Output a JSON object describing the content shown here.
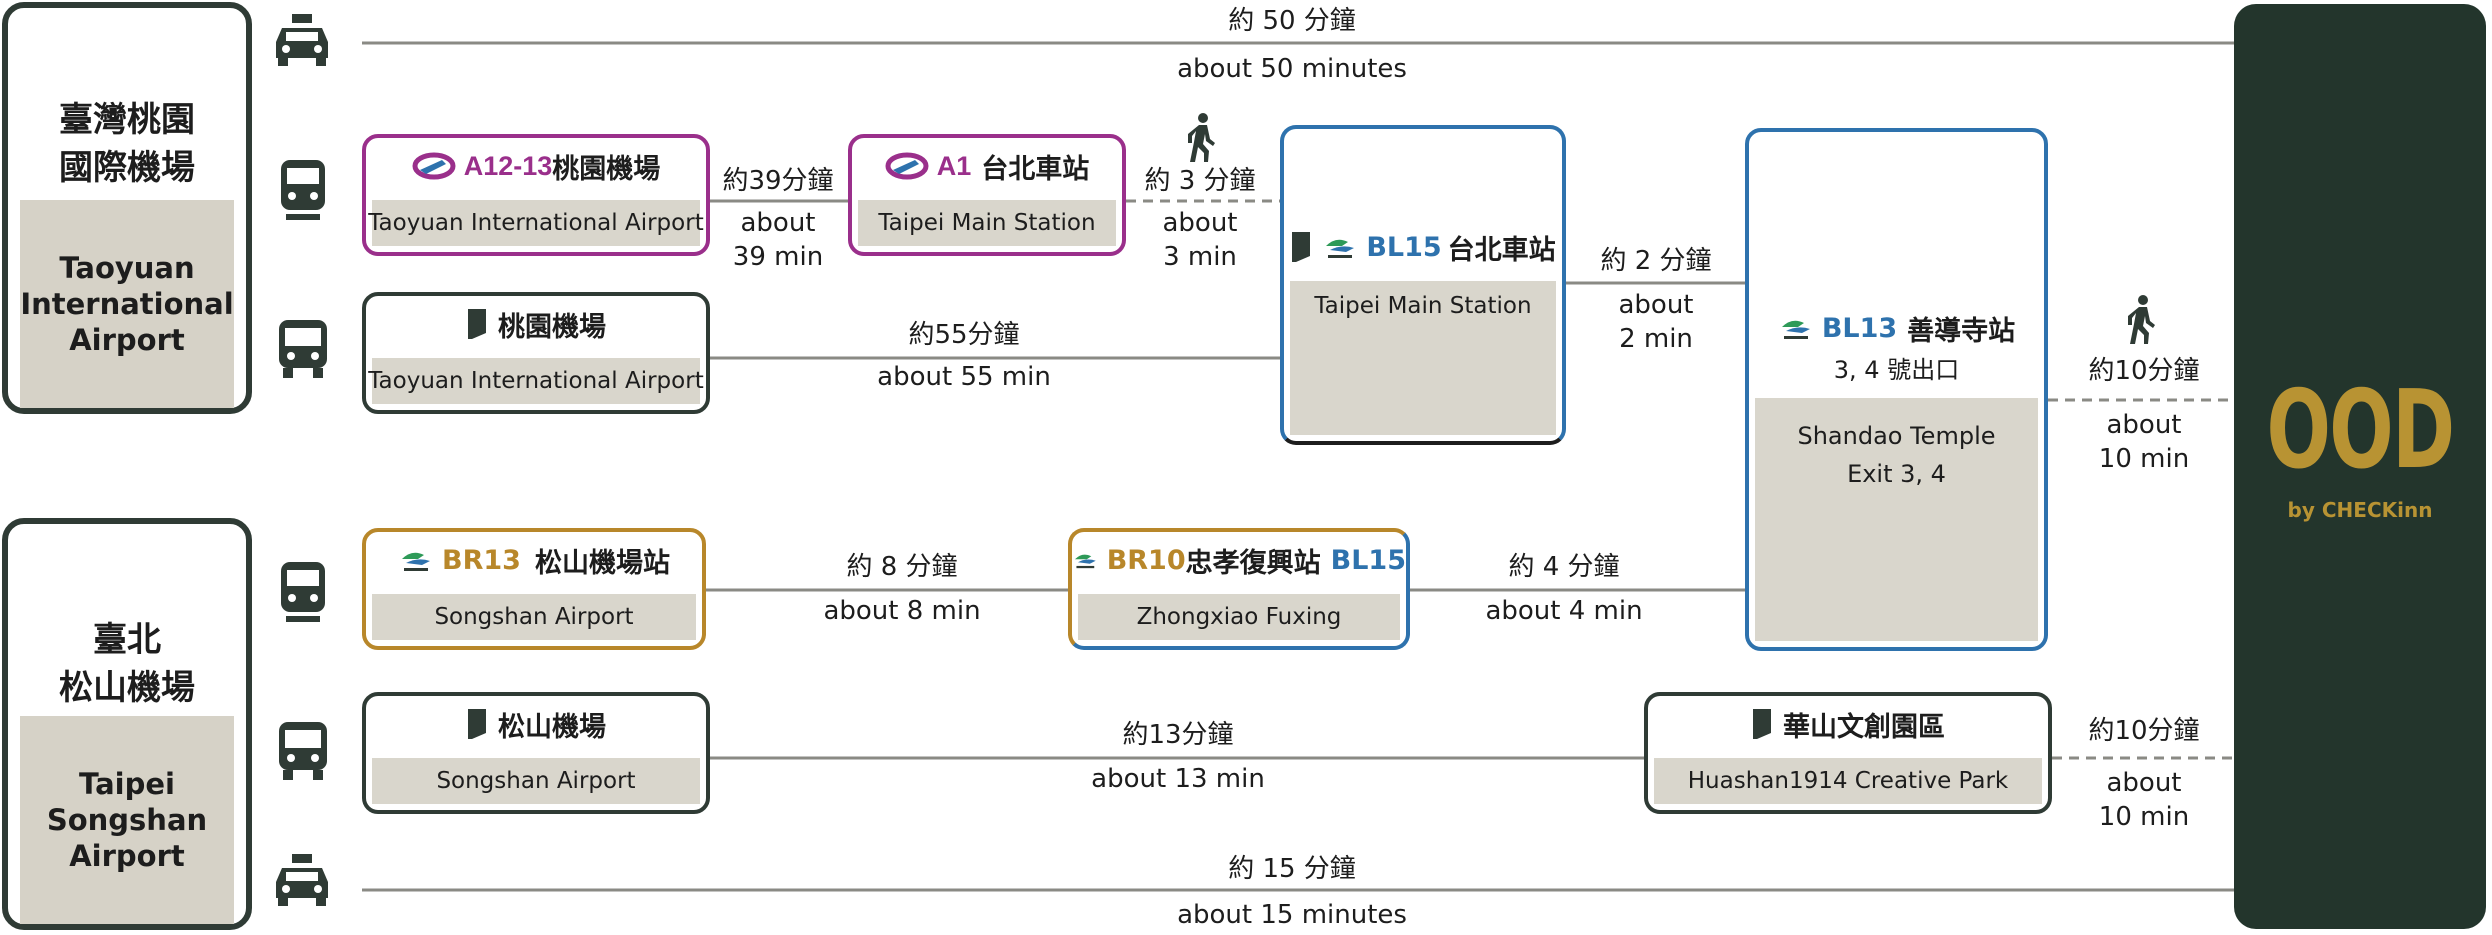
{
  "origins": {
    "taoyuan": {
      "zh_line1": "臺灣桃園",
      "zh_line2": "國際機場",
      "en": "Taoyuan\nInternational\nAirport"
    },
    "songshan": {
      "zh_line1": "臺北",
      "zh_line2": "松山機場",
      "en": "Taipei\nSongshan\nAirport"
    }
  },
  "routes": {
    "taxi_top": {
      "zh": "約 50 分鐘",
      "en": "about 50 minutes"
    },
    "taxi_bottom": {
      "zh": "約 15 分鐘",
      "en": "about 15 minutes"
    },
    "mrt_airport": {
      "zh": "約39分鐘",
      "en1": "about",
      "en2": "39 min"
    },
    "walk_a1": {
      "zh": "約 3 分鐘",
      "en1": "about",
      "en2": "3 min"
    },
    "bus_taoyuan": {
      "zh": "約55分鐘",
      "en": "about 55 min"
    },
    "mrt_bl": {
      "zh": "約 2 分鐘",
      "en1": "about",
      "en2": "2 min"
    },
    "walk_hotel_top": {
      "zh": "約10分鐘",
      "en1": "about",
      "en2": "10 min"
    },
    "br_line": {
      "zh": "約 8 分鐘",
      "en": "about 8 min"
    },
    "bl_line": {
      "zh": "約 4 分鐘",
      "en": "about 4 min"
    },
    "bus_songshan": {
      "zh": "約13分鐘",
      "en": "about 13 min"
    },
    "walk_hotel_bottom": {
      "zh": "約10分鐘",
      "en1": "about",
      "en2": "10 min"
    }
  },
  "stations": {
    "a12": {
      "code": "A12-13",
      "zh": "桃園機場",
      "en": "Taoyuan International Airport"
    },
    "a1": {
      "code": "A1",
      "zh": "台北車站",
      "en": "Taipei Main Station"
    },
    "bus_taoyuan": {
      "zh": "桃園機場",
      "en": "Taoyuan International Airport"
    },
    "bl15": {
      "code": "BL15",
      "zh": "台北車站",
      "en": "Taipei Main Station"
    },
    "bl13": {
      "code": "BL13",
      "zh": "善導寺站",
      "exit": "3, 4 號出口",
      "en1": "Shandao Temple",
      "en2": "Exit 3, 4"
    },
    "br13": {
      "code": "BR13",
      "zh": "松山機場站",
      "en": "Songshan Airport"
    },
    "br10": {
      "code": "BR10",
      "zh": "忠孝復興站",
      "code2": "BL15",
      "en": "Zhongxiao Fuxing"
    },
    "bus_songshan": {
      "zh": "松山機場",
      "en": "Songshan Airport"
    },
    "huashan": {
      "zh": "華山文創園區",
      "en": "Huashan1914 Creative Park"
    }
  },
  "brand": {
    "wordmark": "OOD",
    "tagline": "by CHECKinn"
  },
  "icons": [
    "taxi-icon",
    "train-icon",
    "bus-icon",
    "walking-person-icon",
    "flag-icon",
    "metro-taipei-logo-icon",
    "taoyuan-metro-logo-icon"
  ],
  "colors": {
    "dark_green": "#23352c",
    "gold": "#b89333",
    "purple": "#9a2f8b",
    "blue": "#2e72ad",
    "brown_line": "#b8872a",
    "gray_panel": "#d6d2c7"
  }
}
